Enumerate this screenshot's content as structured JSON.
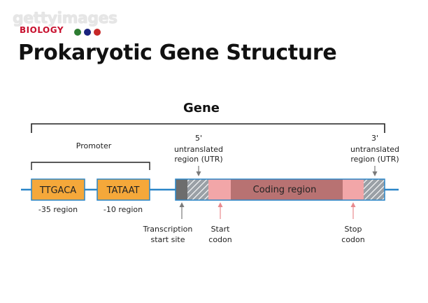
{
  "watermark": {
    "brand": "gettyimages",
    "sub": "BIOLOGY",
    "dot_colors": [
      "#2e7d32",
      "#1a237e",
      "#c62828"
    ]
  },
  "title": "Prokaryotic Gene Structure",
  "gene_label": "Gene",
  "promoter": {
    "label": "Promoter",
    "box1": {
      "text": "TTGACA",
      "region": "-35 region"
    },
    "box2": {
      "text": "TATAAT",
      "region": "-10 region"
    }
  },
  "utr5": {
    "line1": "5'",
    "line2": "untranslated",
    "line3": "region (UTR)"
  },
  "utr3": {
    "line1": "3'",
    "line2": "untranslated",
    "line3": "region (UTR)"
  },
  "coding_region": "Coding region",
  "transcription": {
    "line1": "Transcription",
    "line2": "start site"
  },
  "start_codon": {
    "line1": "Start",
    "line2": "codon"
  },
  "stop_codon": {
    "line1": "Stop",
    "line2": "codon"
  },
  "colors": {
    "dna_line": "#2a86c8",
    "promoter_box": "#f5a83a",
    "coding": "#b87272",
    "codon": "#f2a6a8",
    "tss": "#6d6d6d",
    "arrow_grey": "#7a7a7a",
    "arrow_pink": "#e88a8e"
  }
}
